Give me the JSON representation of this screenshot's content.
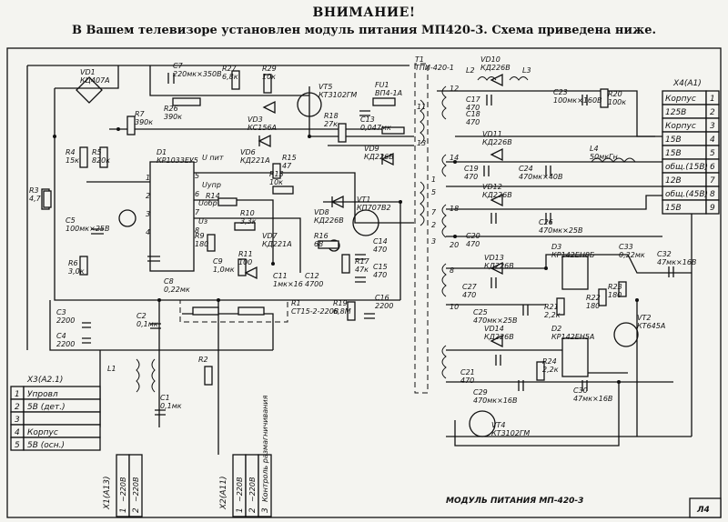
{
  "header": {
    "title": "ВНИМАНИЕ!",
    "subtitle": "В Вашем телевизоре установлен модуль питания МП420-3. Схема приведена ниже."
  },
  "footer": {
    "caption": "МОДУЛЬ ПИТАНИЯ МП-420-3",
    "page": "Л4"
  },
  "connector_x4": {
    "title": "X4(А1)",
    "rows": [
      {
        "label": "Корпус",
        "pin": "1"
      },
      {
        "label": "125В",
        "pin": "2"
      },
      {
        "label": "Корпус",
        "pin": "3"
      },
      {
        "label": "15В",
        "pin": "4"
      },
      {
        "label": "15В",
        "pin": "5"
      },
      {
        "label": "общ.(15В)",
        "pin": "6"
      },
      {
        "label": "12В",
        "pin": "7"
      },
      {
        "label": "общ.(45В)",
        "pin": "8"
      },
      {
        "label": "15В",
        "pin": "9"
      }
    ]
  },
  "connector_x3": {
    "title": "X3(А2.1)",
    "rows": [
      {
        "pin": "1",
        "label": "Упровл"
      },
      {
        "pin": "2",
        "label": "5В (дет.)"
      },
      {
        "pin": "3",
        "label": ""
      },
      {
        "pin": "4",
        "label": "Корпус"
      },
      {
        "pin": "5",
        "label": "5В (осн.)"
      }
    ]
  },
  "connector_x1": {
    "title": "X1(А13)",
    "pins": [
      {
        "pin": "1",
        "label": "~220В"
      },
      {
        "pin": "2",
        "label": "~220В"
      }
    ]
  },
  "connector_x2": {
    "title": "X2(А11)",
    "pins": [
      {
        "pin": "1",
        "label": "~220В"
      },
      {
        "pin": "2",
        "label": "~220В"
      },
      {
        "pin": "3",
        "label": "Контроль размагничивания"
      }
    ]
  },
  "components": [
    {
      "ref": "VD1",
      "value": "КЦ407А",
      "type": "bridge"
    },
    {
      "ref": "C7",
      "value": "220мк×350В",
      "type": "capacitor"
    },
    {
      "ref": "R27",
      "value": "6,8к",
      "type": "resistor"
    },
    {
      "ref": "R29",
      "value": "10к",
      "type": "resistor"
    },
    {
      "ref": "R26",
      "value": "390к",
      "type": "resistor"
    },
    {
      "ref": "VD3",
      "value": "КС156А",
      "type": "zener"
    },
    {
      "ref": "VT5",
      "value": "КТ3102ГМ",
      "type": "transistor"
    },
    {
      "ref": "R7",
      "value": "390к",
      "type": "resistor"
    },
    {
      "ref": "D1",
      "value": "КР1033ЕУ5",
      "type": "ic"
    },
    {
      "ref": "R4",
      "value": "15к",
      "type": "resistor"
    },
    {
      "ref": "R5",
      "value": "820к",
      "type": "resistor"
    },
    {
      "ref": "R3",
      "value": "4,7",
      "type": "resistor"
    },
    {
      "ref": "C5",
      "value": "100мк×25В",
      "type": "capacitor"
    },
    {
      "ref": "R6",
      "value": "3,0к",
      "type": "resistor"
    },
    {
      "ref": "C8",
      "value": "0,22мк",
      "type": "capacitor"
    },
    {
      "ref": "R14",
      "value": "",
      "type": "resistor"
    },
    {
      "ref": "R10",
      "value": "3,3к",
      "type": "resistor"
    },
    {
      "ref": "R9",
      "value": "180",
      "type": "resistor"
    },
    {
      "ref": "C9",
      "value": "1,0мк",
      "type": "capacitor"
    },
    {
      "ref": "R11",
      "value": "100",
      "type": "resistor"
    },
    {
      "ref": "VD7",
      "value": "КД221А",
      "type": "diode"
    },
    {
      "ref": "C11",
      "value": "1мк×16",
      "type": "capacitor"
    },
    {
      "ref": "VD6",
      "value": "КД221А",
      "type": "diode"
    },
    {
      "ref": "R15",
      "value": "47",
      "type": "resistor"
    },
    {
      "ref": "R13",
      "value": "10к",
      "type": "resistor"
    },
    {
      "ref": "VD8",
      "value": "КД226В",
      "type": "diode"
    },
    {
      "ref": "VT1",
      "value": "КП707В2",
      "type": "mosfet"
    },
    {
      "ref": "R16",
      "value": "68",
      "type": "resistor"
    },
    {
      "ref": "R17",
      "value": "47к",
      "type": "resistor"
    },
    {
      "ref": "C12",
      "value": "4700",
      "type": "capacitor"
    },
    {
      "ref": "C14",
      "value": "470",
      "type": "capacitor"
    },
    {
      "ref": "C15",
      "value": "470",
      "type": "capacitor"
    },
    {
      "ref": "R18",
      "value": "27к",
      "type": "resistor"
    },
    {
      "ref": "C13",
      "value": "0,047мк",
      "type": "capacitor"
    },
    {
      "ref": "VD9",
      "value": "КД226В",
      "type": "diode"
    },
    {
      "ref": "FU1",
      "value": "ВП4-1А",
      "type": "fuse"
    },
    {
      "ref": "R19",
      "value": "6,8М",
      "type": "resistor"
    },
    {
      "ref": "C16",
      "value": "2200",
      "type": "capacitor"
    },
    {
      "ref": "R1",
      "value": "СТ15-2-220В",
      "type": "posistor"
    },
    {
      "ref": "C3",
      "value": "2200",
      "type": "capacitor"
    },
    {
      "ref": "C4",
      "value": "2200",
      "type": "capacitor"
    },
    {
      "ref": "C2",
      "value": "0,1мк",
      "type": "capacitor"
    },
    {
      "ref": "L1",
      "value": "",
      "type": "choke"
    },
    {
      "ref": "C1",
      "value": "0,1мк",
      "type": "capacitor"
    },
    {
      "ref": "R2",
      "value": "",
      "type": "resistor"
    },
    {
      "ref": "T1",
      "value": "ТПИ-420-1",
      "type": "transformer"
    },
    {
      "ref": "VD10",
      "value": "КД226В",
      "type": "diode"
    },
    {
      "ref": "L2",
      "value": "",
      "type": "inductor"
    },
    {
      "ref": "L3",
      "value": "",
      "type": "inductor"
    },
    {
      "ref": "C17",
      "value": "470",
      "type": "capacitor"
    },
    {
      "ref": "C18",
      "value": "470",
      "type": "capacitor"
    },
    {
      "ref": "C23",
      "value": "100мк×160В",
      "type": "capacitor"
    },
    {
      "ref": "R20",
      "value": "100к",
      "type": "resistor"
    },
    {
      "ref": "VD11",
      "value": "КД226В",
      "type": "diode"
    },
    {
      "ref": "L4",
      "value": "50мкГн",
      "type": "inductor"
    },
    {
      "ref": "C19",
      "value": "470",
      "type": "capacitor"
    },
    {
      "ref": "C24",
      "value": "470мк×40В",
      "type": "capacitor"
    },
    {
      "ref": "VD12",
      "value": "КД226В",
      "type": "diode"
    },
    {
      "ref": "C20",
      "value": "470",
      "type": "capacitor"
    },
    {
      "ref": "C26",
      "value": "470мк×25В",
      "type": "capacitor"
    },
    {
      "ref": "VD13",
      "value": "КД226В",
      "type": "diode"
    },
    {
      "ref": "D3",
      "value": "КР142ЕН8Б",
      "type": "regulator"
    },
    {
      "ref": "C27",
      "value": "470",
      "type": "capacitor"
    },
    {
      "ref": "C33",
      "value": "0,22мк",
      "type": "capacitor"
    },
    {
      "ref": "C32",
      "value": "47мк×16В",
      "type": "capacitor"
    },
    {
      "ref": "C25",
      "value": "470мк×25В",
      "type": "capacitor"
    },
    {
      "ref": "R21",
      "value": "2,2к",
      "type": "resistor"
    },
    {
      "ref": "R22",
      "value": "180",
      "type": "resistor"
    },
    {
      "ref": "R23",
      "value": "180",
      "type": "resistor"
    },
    {
      "ref": "VT2",
      "value": "КТ645А",
      "type": "transistor"
    },
    {
      "ref": "VD14",
      "value": "КД226В",
      "type": "diode"
    },
    {
      "ref": "D2",
      "value": "КР142ЕН5А",
      "type": "regulator"
    },
    {
      "ref": "C21",
      "value": "470",
      "type": "capacitor"
    },
    {
      "ref": "R24",
      "value": "2,2к",
      "type": "resistor"
    },
    {
      "ref": "C29",
      "value": "470мк×16В",
      "type": "capacitor"
    },
    {
      "ref": "C30",
      "value": "47мк×16В",
      "type": "capacitor"
    },
    {
      "ref": "VT4",
      "value": "КТ3102ГМ",
      "type": "transistor"
    }
  ],
  "pin_labels": {
    "d1": [
      "1",
      "2",
      "3",
      "4",
      "5",
      "6",
      "7",
      "8"
    ],
    "t1_primary": [
      "11",
      "13",
      "1",
      "2",
      "3",
      "5",
      "7"
    ],
    "t1_secondary": [
      "12",
      "14",
      "18",
      "20",
      "8",
      "10"
    ],
    "d1_extra": [
      "U пит",
      "Uупр",
      "Uобр",
      "Uз"
    ]
  }
}
